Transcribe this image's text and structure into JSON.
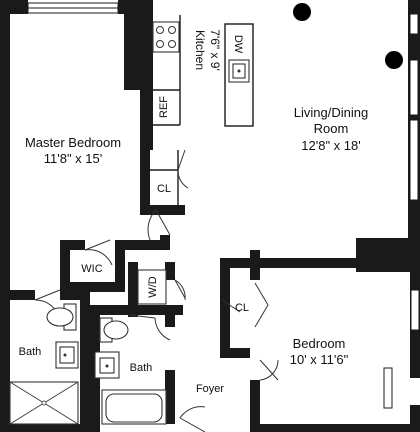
{
  "rooms": {
    "master_bedroom": {
      "name": "Master Bedroom",
      "size": "11'8\" x 15'"
    },
    "living_dining": {
      "name_line1": "Living/Dining",
      "name_line2": "Room",
      "size": "12'8\" x 18'"
    },
    "kitchen": {
      "name": "Kitchen",
      "size": "7'6\" x 9'"
    },
    "bedroom": {
      "name": "Bedroom",
      "size": "10' x 11'6\""
    },
    "foyer": {
      "name": "Foyer"
    },
    "bath_master": {
      "name": "Bath"
    },
    "bath_second": {
      "name": "Bath"
    },
    "wic": {
      "name": "WIC"
    }
  },
  "fixtures": {
    "dishwasher": "DW",
    "refrigerator": "REF",
    "washer_dryer": "W/D",
    "closet_main": "CL",
    "closet_bedroom": "CL"
  },
  "colors": {
    "wall": "#1a1a1a",
    "background": "#ffffff",
    "column": "#000000"
  }
}
